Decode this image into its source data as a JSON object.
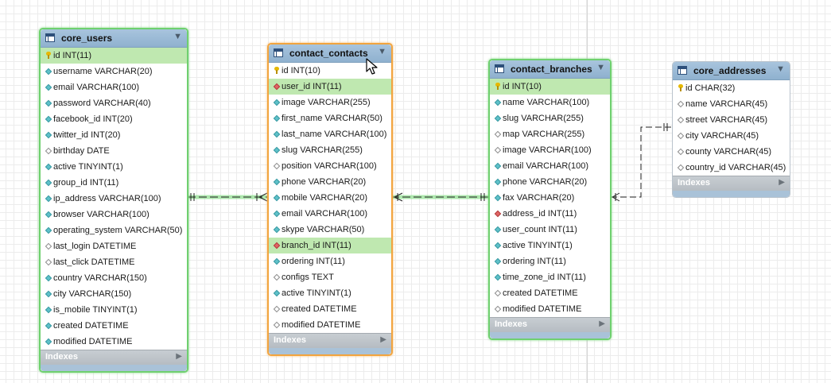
{
  "tables": [
    {
      "name": "core_users",
      "columns": [
        {
          "label": "id INT(11)",
          "icon": "key",
          "highlight": true
        },
        {
          "label": "username VARCHAR(20)",
          "icon": "teal"
        },
        {
          "label": "email VARCHAR(100)",
          "icon": "teal"
        },
        {
          "label": "password VARCHAR(40)",
          "icon": "teal"
        },
        {
          "label": "facebook_id INT(20)",
          "icon": "teal"
        },
        {
          "label": "twitter_id INT(20)",
          "icon": "teal"
        },
        {
          "label": "birthday DATE",
          "icon": "open"
        },
        {
          "label": "active TINYINT(1)",
          "icon": "teal"
        },
        {
          "label": "group_id INT(11)",
          "icon": "teal"
        },
        {
          "label": "ip_address VARCHAR(100)",
          "icon": "teal"
        },
        {
          "label": "browser VARCHAR(100)",
          "icon": "teal"
        },
        {
          "label": "operating_system VARCHAR(50)",
          "icon": "teal"
        },
        {
          "label": "last_login DATETIME",
          "icon": "open"
        },
        {
          "label": "last_click DATETIME",
          "icon": "open"
        },
        {
          "label": "country VARCHAR(150)",
          "icon": "teal"
        },
        {
          "label": "city VARCHAR(150)",
          "icon": "teal"
        },
        {
          "label": "is_mobile TINYINT(1)",
          "icon": "teal"
        },
        {
          "label": "created DATETIME",
          "icon": "teal"
        },
        {
          "label": "modified DATETIME",
          "icon": "teal"
        }
      ],
      "footer": "Indexes"
    },
    {
      "name": "contact_contacts",
      "columns": [
        {
          "label": "id INT(10)",
          "icon": "key"
        },
        {
          "label": "user_id INT(11)",
          "icon": "red",
          "highlight": true
        },
        {
          "label": "image VARCHAR(255)",
          "icon": "teal"
        },
        {
          "label": "first_name VARCHAR(50)",
          "icon": "teal"
        },
        {
          "label": "last_name VARCHAR(100)",
          "icon": "teal"
        },
        {
          "label": "slug VARCHAR(255)",
          "icon": "teal"
        },
        {
          "label": "position VARCHAR(100)",
          "icon": "open"
        },
        {
          "label": "phone VARCHAR(20)",
          "icon": "teal"
        },
        {
          "label": "mobile VARCHAR(20)",
          "icon": "teal"
        },
        {
          "label": "email VARCHAR(100)",
          "icon": "teal"
        },
        {
          "label": "skype VARCHAR(50)",
          "icon": "teal"
        },
        {
          "label": "branch_id INT(11)",
          "icon": "red",
          "highlight": true
        },
        {
          "label": "ordering INT(11)",
          "icon": "teal"
        },
        {
          "label": "configs TEXT",
          "icon": "open"
        },
        {
          "label": "active TINYINT(1)",
          "icon": "teal"
        },
        {
          "label": "created DATETIME",
          "icon": "open"
        },
        {
          "label": "modified DATETIME",
          "icon": "open"
        }
      ],
      "footer": "Indexes"
    },
    {
      "name": "contact_branches",
      "columns": [
        {
          "label": "id INT(10)",
          "icon": "key",
          "highlight": true
        },
        {
          "label": "name VARCHAR(100)",
          "icon": "teal"
        },
        {
          "label": "slug VARCHAR(255)",
          "icon": "teal"
        },
        {
          "label": "map VARCHAR(255)",
          "icon": "open"
        },
        {
          "label": "image VARCHAR(100)",
          "icon": "open"
        },
        {
          "label": "email VARCHAR(100)",
          "icon": "teal"
        },
        {
          "label": "phone VARCHAR(20)",
          "icon": "teal"
        },
        {
          "label": "fax VARCHAR(20)",
          "icon": "teal"
        },
        {
          "label": "address_id INT(11)",
          "icon": "red"
        },
        {
          "label": "user_count INT(11)",
          "icon": "teal"
        },
        {
          "label": "active TINYINT(1)",
          "icon": "teal"
        },
        {
          "label": "ordering INT(11)",
          "icon": "teal"
        },
        {
          "label": "time_zone_id INT(11)",
          "icon": "teal"
        },
        {
          "label": "created DATETIME",
          "icon": "open"
        },
        {
          "label": "modified DATETIME",
          "icon": "open"
        }
      ],
      "footer": "Indexes"
    },
    {
      "name": "core_addresses",
      "columns": [
        {
          "label": "id CHAR(32)",
          "icon": "key"
        },
        {
          "label": "name VARCHAR(45)",
          "icon": "open"
        },
        {
          "label": "street VARCHAR(45)",
          "icon": "open"
        },
        {
          "label": "city VARCHAR(45)",
          "icon": "open"
        },
        {
          "label": "county VARCHAR(45)",
          "icon": "open"
        },
        {
          "label": "country_id VARCHAR(45)",
          "icon": "open"
        }
      ],
      "footer": "Indexes"
    }
  ],
  "colors": {
    "selected_border": "#6fd06f",
    "hover_border": "#f2a43e",
    "highlight_row": "#bfe8b0",
    "header": "#9bbbd6",
    "relationship_line": "#222222",
    "relationship_glow": "#8ee08e"
  },
  "relationships": [
    {
      "from": "core_users.id",
      "to": "contact_contacts.user_id",
      "style": "identifying-dashed",
      "selected": true
    },
    {
      "from": "contact_branches.id",
      "to": "contact_contacts.branch_id",
      "style": "identifying-dashed",
      "selected": true
    },
    {
      "from": "core_addresses.id",
      "to": "contact_branches.address_id",
      "style": "dashed",
      "selected": false
    }
  ],
  "cursor": "arrow-pointer-icon"
}
